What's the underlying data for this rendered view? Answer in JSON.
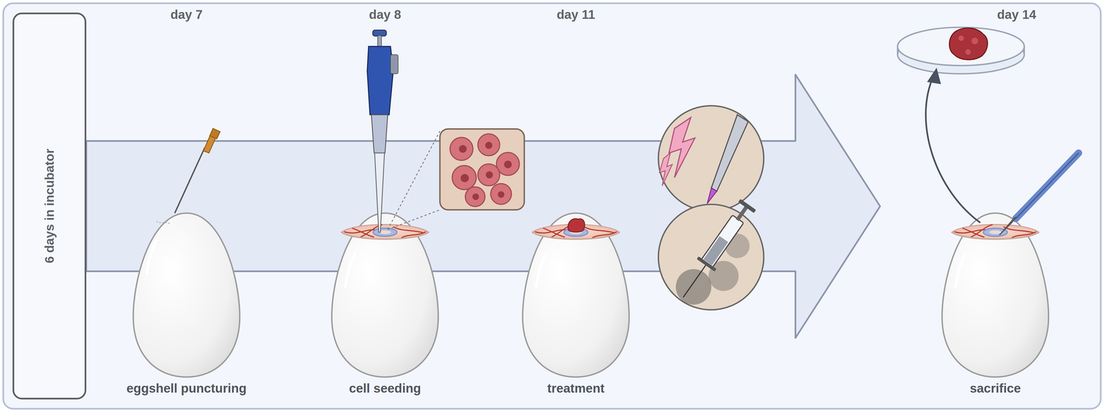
{
  "diagram": {
    "nodes": [
      {
        "text": [
          "6 days in incubator"
        ]
      }
    ],
    "labels": [
      "day 7",
      "day 8",
      "day 11",
      "day 14",
      "eggshell puncturing",
      "cell seeding",
      "treatment",
      "sacrifice"
    ]
  }
}
